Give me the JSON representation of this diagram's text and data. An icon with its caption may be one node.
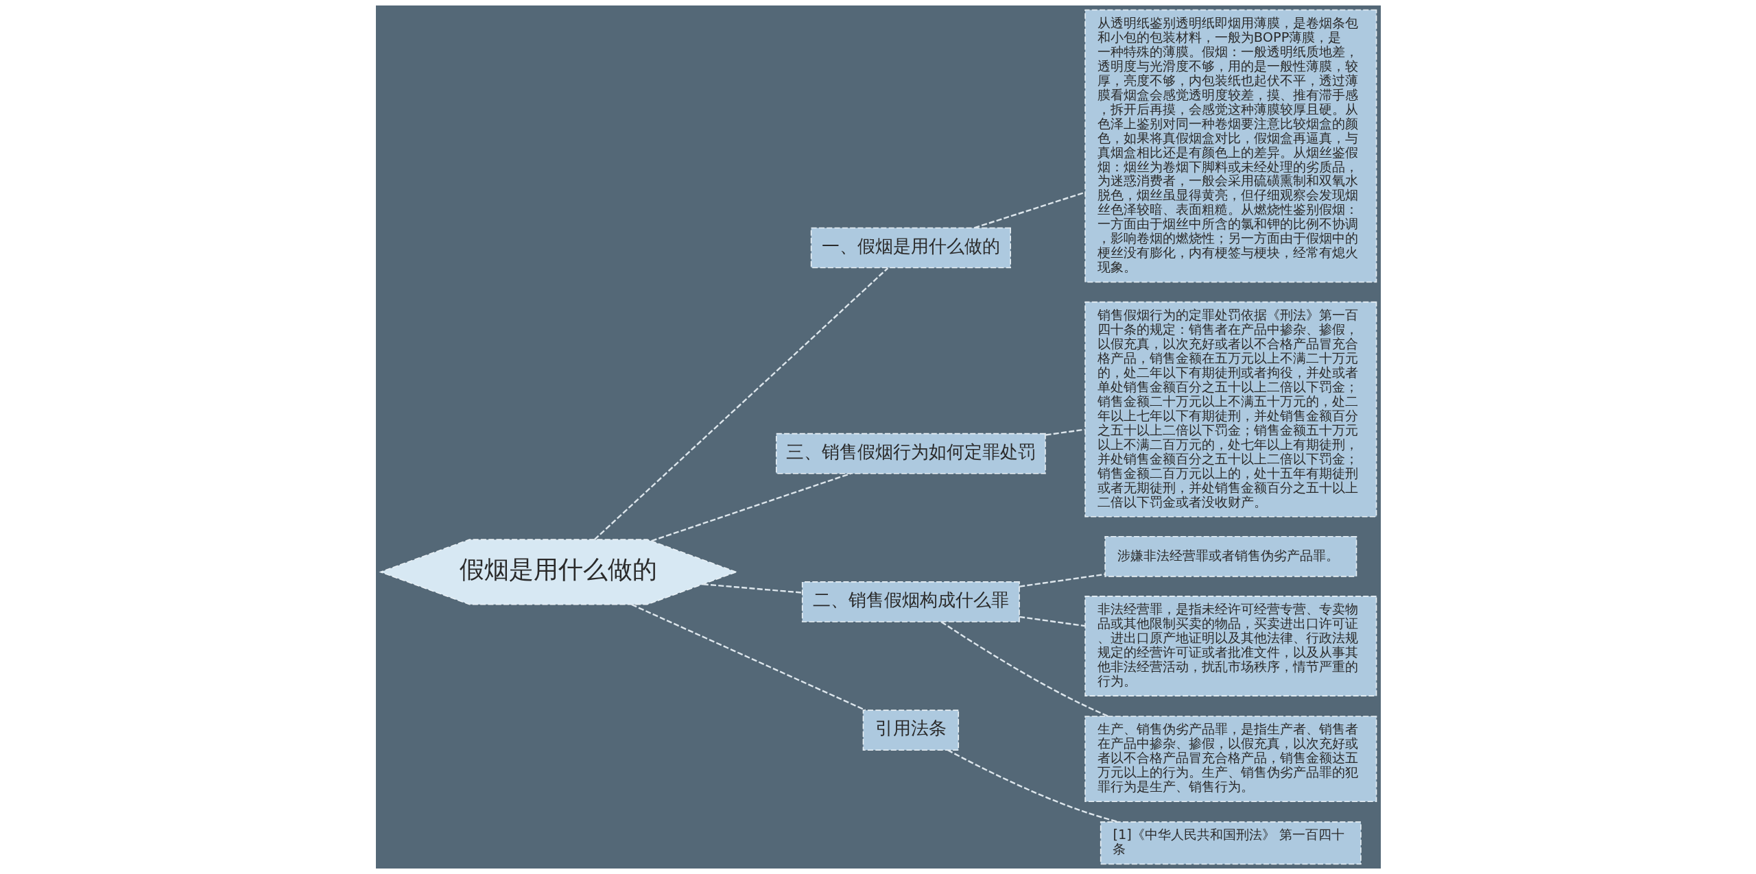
{
  "diagram": {
    "nodes": [
      {
        "text": [
          "假烟是用什么做的"
        ]
      },
      {
        "text": [
          "一、假烟是用什么做的"
        ]
      },
      {
        "text": [
          "从透明纸鉴别透明纸即烟用薄膜，是卷烟条包和小包的包装材料，一般为BOPP薄膜，是一种特殊的薄膜。假烟：一般透明纸质地差，透明度与光滑度不够，用的是一般性薄膜，较厚，亮度不够，内包装纸也起伏不平，透过薄膜看烟盒会感觉透明度较差，摸、推有滞手感，拆开后再摸，会感觉这种薄膜较厚且硬。从色泽上鉴别对同一种卷烟要注意比较烟盒的颜色，如果将真假烟盒对比，假烟盒再逼真，与真烟盒相比还是有颜色上的差异。从烟丝鉴假烟：烟丝为卷烟下脚料或未经处理的劣质品，为迷惑消费者，一般会采用硫磺熏制和双氧水脱色，烟丝虽显得黄亮，但仔细观察会发现烟丝色泽较暗、表面粗糙。从燃烧性鉴别假烟：一方面由于烟丝中所含的氯和钾的比例不协调，影响卷烟的燃烧性；另一方面由于假烟中的梗丝没有膨化，内有梗签与梗块，经常有熄火现象。"
        ]
      },
      {
        "text": [
          "三、销售假烟行为如何定罪处罚"
        ]
      },
      {
        "text": [
          "销售假烟行为的定罪处罚依据《刑法》第一百四十条的规定：销售者在产品中掺杂、掺假，以假充真，以次充好或者以不合格产品冒充合格产品，销售金额在五万元以上不满二十万元的，处二年以下有期徒刑或者拘役，并处或者单处销售金额百分之五十以上二倍以下罚金；销售金额二十万元以上不满五十万元的，处二年以上七年以下有期徒刑，并处销售金额百分之五十以上二倍以下罚金；销售金额五十万元以上不满二百万元的，处七年以上有期徒刑，并处销售金额百分之五十以上二倍以下罚金；销售金额二百万元以上的，处十五年有期徒刑或者无期徒刑，并处销售金额百分之五十以上二倍以下罚金或者没收财产。"
        ]
      },
      {
        "text": [
          "二、销售假烟构成什么罪"
        ]
      },
      {
        "text": [
          "涉嫌非法经营罪或者销售伪劣产品罪。"
        ]
      },
      {
        "text": [
          "非法经营罪，是指未经许可经营专营、专卖物品或其他限制买卖的物品，买卖进出口许可证、进出口原产地证明以及其他法律、行政法规规定的经营许可证或者批准文件，以及从事其他非法经营活动，扰乱市场秩序，情节严重的行为。"
        ]
      },
      {
        "text": [
          "生产、销售伪劣产品罪，是指生产者、销售者在产品中掺杂、掺假，以假充真，以次充好或者以不合格产品冒充合格产品，销售金额达五万元以上的行为。生产、销售伪劣产品罪的犯罪行为是生产、销售行为。"
        ]
      },
      {
        "text": [
          "引用法条"
        ]
      },
      {
        "text": [
          "[1]《中华人民共和国刑法》 第一百四十条"
        ]
      }
    ],
    "edges": [
      {
        "from": 0,
        "to": 1,
        "arrow": "none"
      },
      {
        "from": 1,
        "to": 2,
        "arrow": "none"
      },
      {
        "from": 0,
        "to": 3,
        "arrow": "none"
      },
      {
        "from": 3,
        "to": 4,
        "arrow": "none"
      },
      {
        "from": 0,
        "to": 5,
        "arrow": "none"
      },
      {
        "from": 5,
        "to": 6,
        "arrow": "none"
      },
      {
        "from": 5,
        "to": 7,
        "arrow": "none"
      },
      {
        "from": 5,
        "to": 8,
        "arrow": "none"
      },
      {
        "from": 0,
        "to": 9,
        "arrow": "none"
      },
      {
        "from": 9,
        "to": 10,
        "arrow": "none"
      }
    ]
  }
}
